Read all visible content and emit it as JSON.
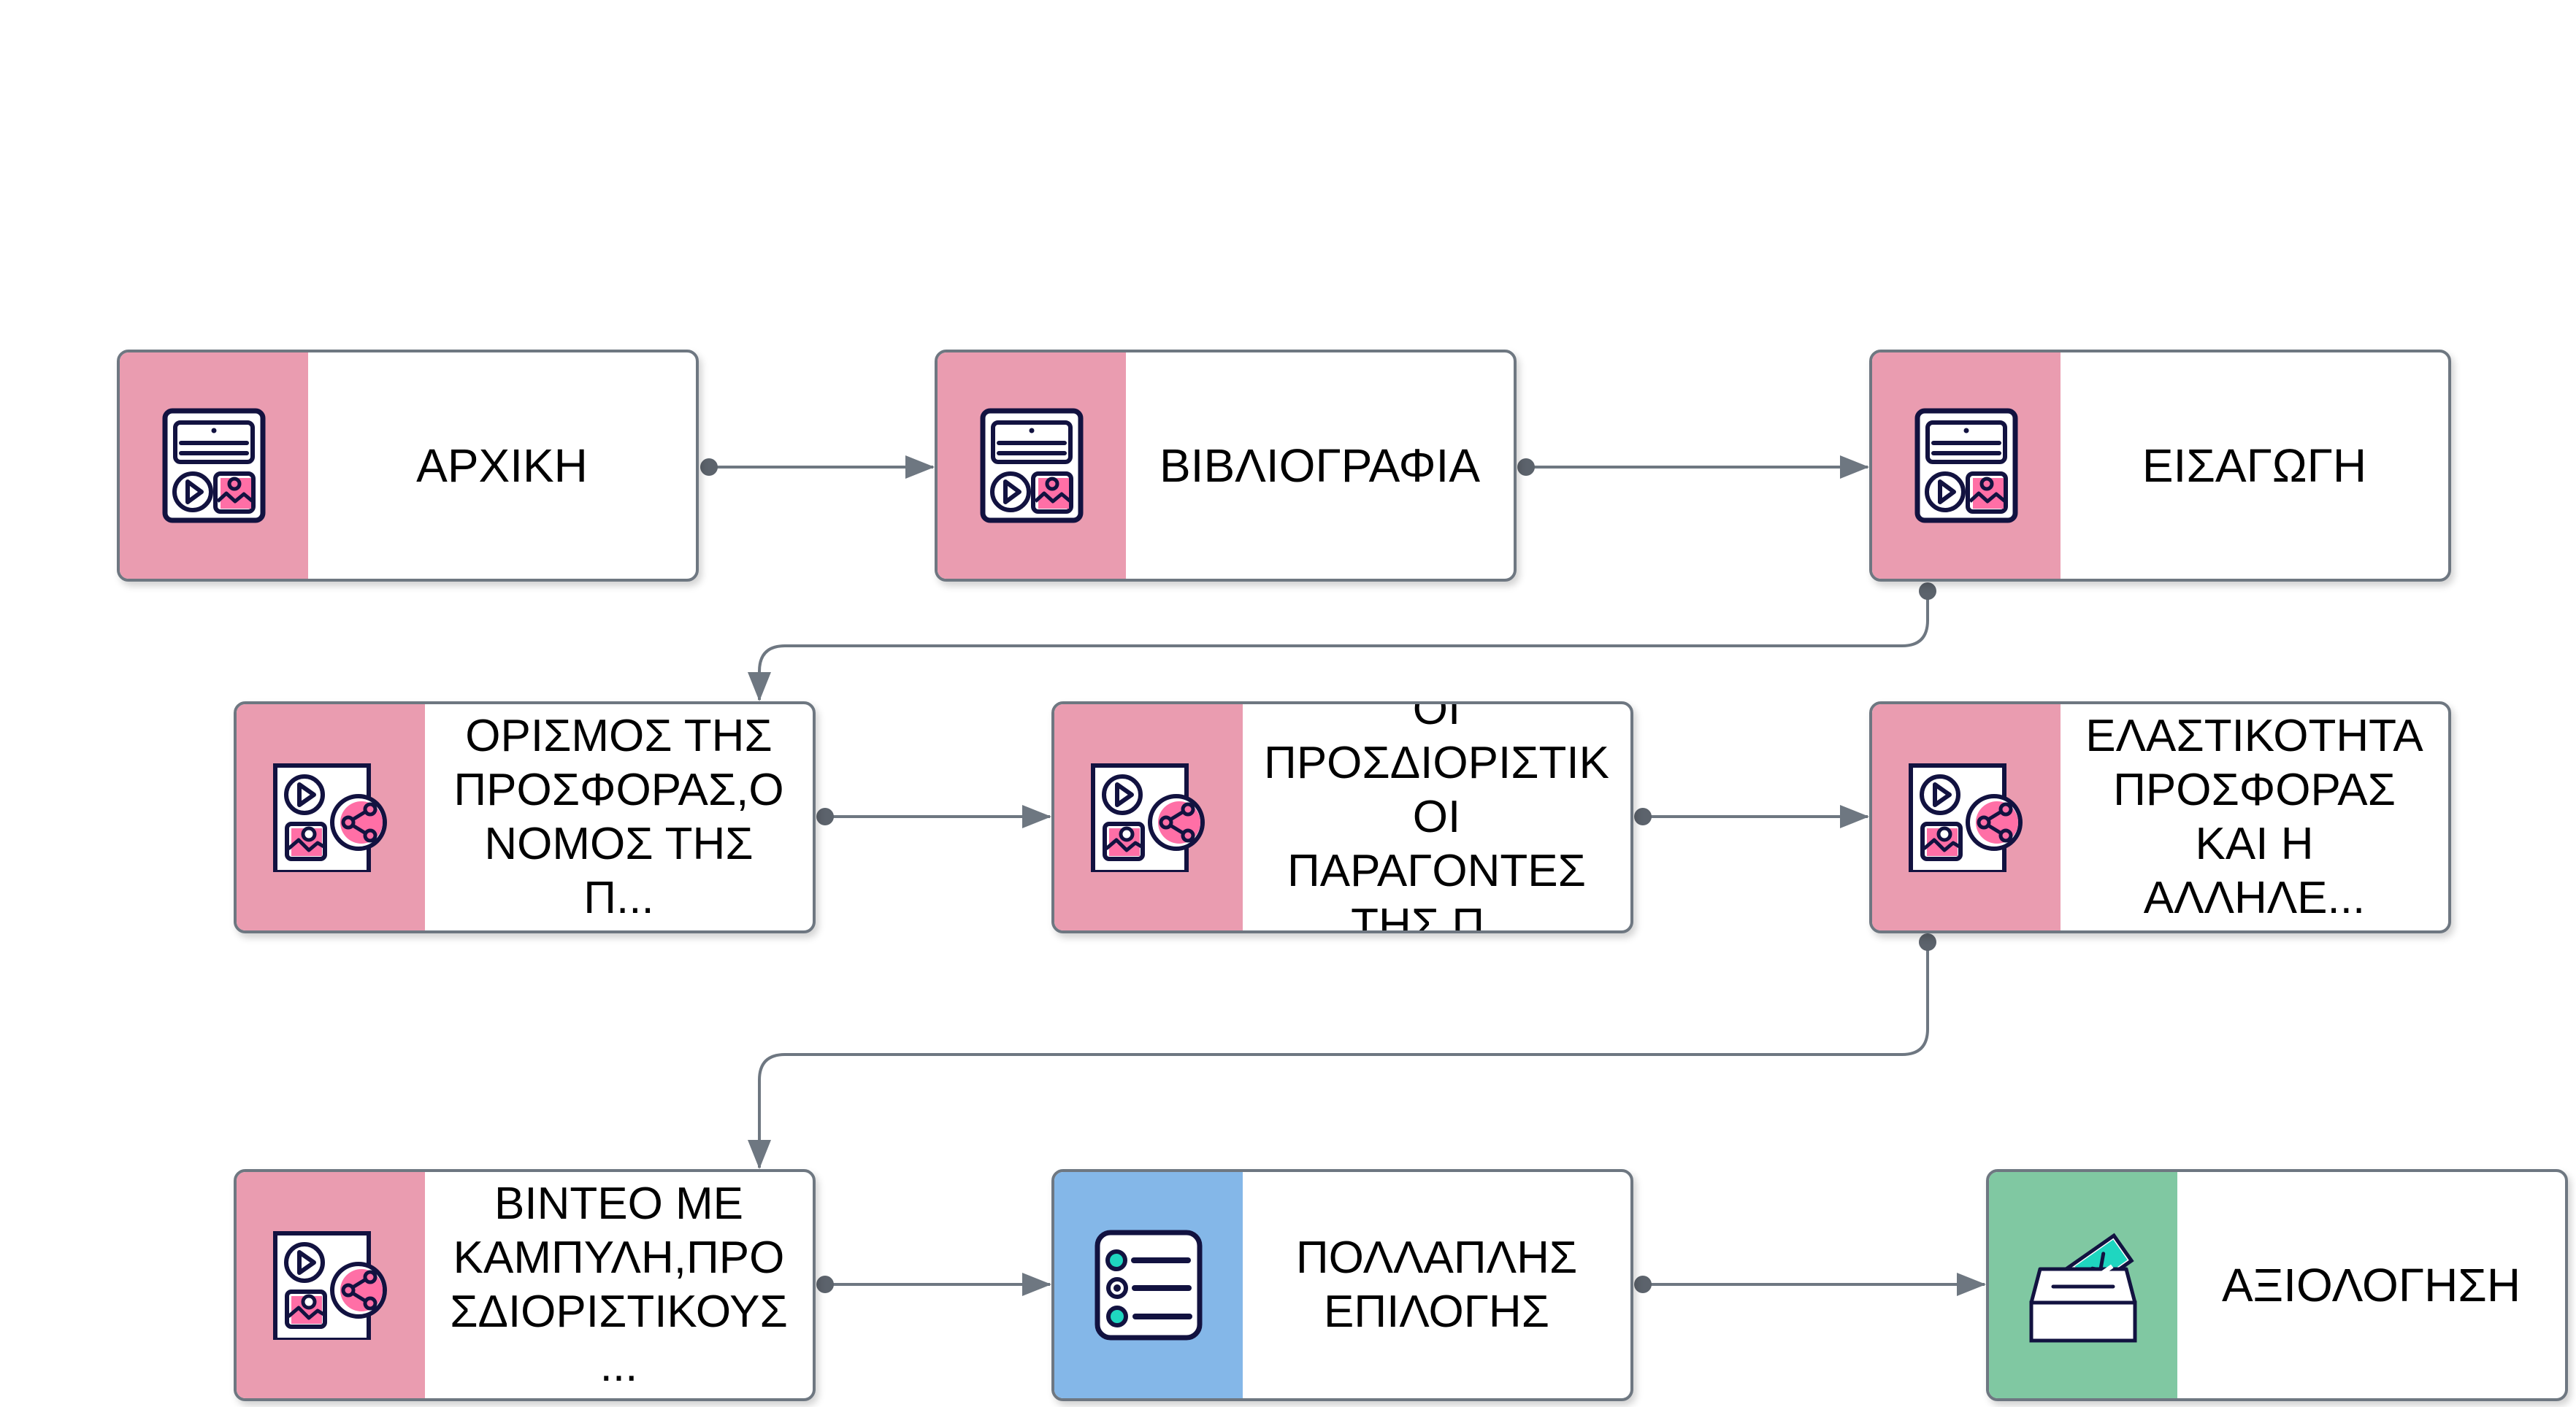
{
  "colors": {
    "lesson_band": "#ea9cb0",
    "quiz_band": "#84b7e8",
    "eval_band": "#80c8a2",
    "border": "#6e7781",
    "connector": "#6e7781",
    "icon_stroke": "#121240",
    "icon_pink": "#ff6fa6",
    "icon_teal": "#1fd6c0"
  },
  "nodes": [
    {
      "id": "n1",
      "label": "ΑΡΧΙΚΗ",
      "icon": "multimedia-page-icon",
      "kind": "lesson"
    },
    {
      "id": "n2",
      "label": "ΒΙΒΛΙΟΓΡΑΦΙΑ",
      "icon": "multimedia-page-icon",
      "kind": "lesson"
    },
    {
      "id": "n3",
      "label": "ΕΙΣΑΓΩΓΗ",
      "icon": "multimedia-page-icon",
      "kind": "lesson"
    },
    {
      "id": "n4",
      "label": "ΟΡΙΣΜΟΣ ΤΗΣ\nΠΡΟΣΦΟΡΑΣ,Ο\nΝΟΜΟΣ ΤΗΣ\nΠ...",
      "icon": "shared-document-icon",
      "kind": "lesson"
    },
    {
      "id": "n5",
      "label": "ΟΙ\nΠΡΟΣΔΙΟΡΙΣΤΙΚ\nΟΙ\nΠΑΡΑΓΟΝΤΕΣ\nΤΗΣ Π...",
      "icon": "shared-document-icon",
      "kind": "lesson"
    },
    {
      "id": "n6",
      "label": "ΕΛΑΣΤΙΚΟΤΗΤΑ\nΠΡΟΣΦΟΡΑΣ\nΚΑΙ Η\nΑΛΛΗΛΕ...",
      "icon": "shared-document-icon",
      "kind": "lesson"
    },
    {
      "id": "n7",
      "label": "ΒΙΝΤΕΟ ΜΕ\nΚΑΜΠΥΛΗ,ΠΡΟ\nΣΔΙΟΡΙΣΤΙΚΟΥΣ\n...",
      "icon": "shared-document-icon",
      "kind": "lesson"
    },
    {
      "id": "n8",
      "label": "ΠΟΛΛΑΠΛΗΣ\nΕΠΙΛΟΓΗΣ",
      "icon": "multiple-choice-list-icon",
      "kind": "quiz"
    },
    {
      "id": "n9",
      "label": "ΑΞΙΟΛΟΓΗΣΗ",
      "icon": "ballot-box-icon",
      "kind": "eval"
    }
  ],
  "edges": [
    {
      "from": "n1",
      "to": "n2"
    },
    {
      "from": "n2",
      "to": "n3"
    },
    {
      "from": "n3",
      "to": "n4"
    },
    {
      "from": "n4",
      "to": "n5"
    },
    {
      "from": "n5",
      "to": "n6"
    },
    {
      "from": "n6",
      "to": "n7"
    },
    {
      "from": "n7",
      "to": "n8"
    },
    {
      "from": "n8",
      "to": "n9"
    }
  ]
}
